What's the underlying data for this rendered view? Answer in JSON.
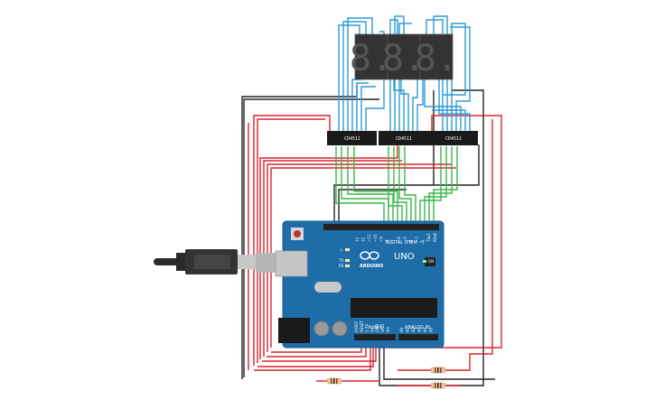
{
  "circuit": {
    "ic_chips": [
      {
        "label": "CD4511"
      },
      {
        "label": "CD4511"
      },
      {
        "label": "CD4511"
      }
    ],
    "displays": [
      {
        "digit": "8."
      },
      {
        "digit": "8."
      },
      {
        "digit": "8."
      }
    ],
    "board": {
      "brand": "ARDUINO",
      "model": "UNO",
      "digital_header": "DIGITAL (PWM ~)",
      "analog_header": "ANALOG IN",
      "power_header": "POWER",
      "on_label": "ON",
      "tx_label": "TX",
      "rx_label": "RX",
      "l_label": "L",
      "aref_label": "AREF",
      "gnd_label": "GND",
      "digital_pins": [
        "13",
        "12",
        "~11",
        "~10",
        "~9",
        "8",
        "7",
        "~6",
        "~5",
        "4",
        "~3",
        "2",
        "TX▸1",
        "RX◂0"
      ],
      "analog_pins": [
        "A0",
        "A1",
        "A2",
        "A3",
        "A4",
        "A5"
      ],
      "power_pins": [
        "IOREF",
        "RESET",
        "3.3V",
        "5V",
        "GND",
        "GND",
        "Vin"
      ]
    },
    "wire_colors": {
      "blue": "#2d9bd6",
      "green": "#3bb54a",
      "red": "#d9232e",
      "black": "#222222"
    }
  }
}
